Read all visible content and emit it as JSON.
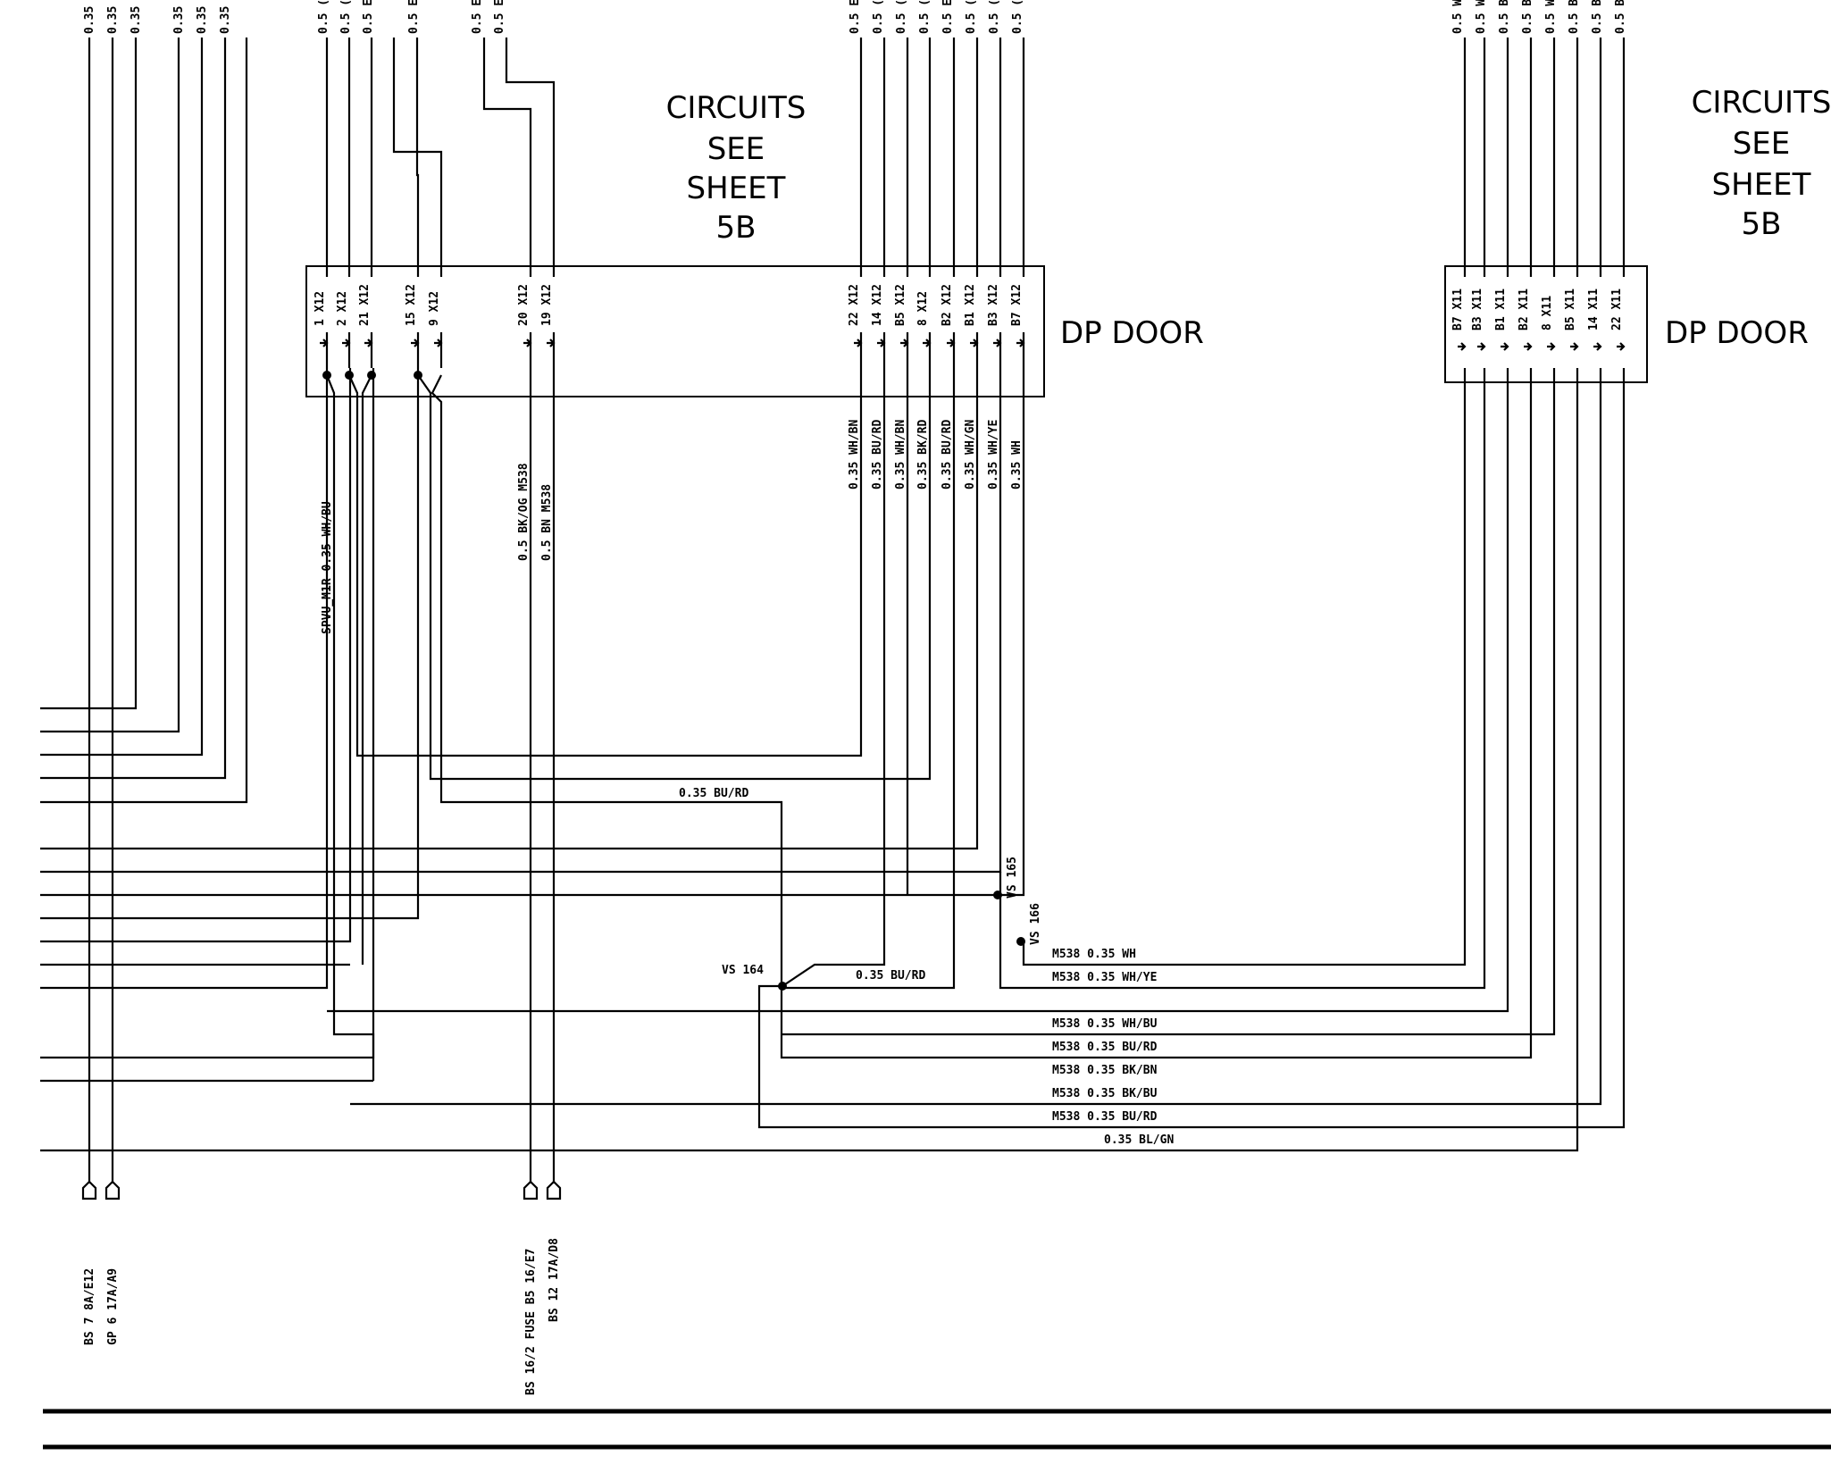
{
  "top_labels": {
    "left_group": [
      "0.35",
      "0.35",
      "0.35",
      "0.35",
      "0.35",
      "0.35"
    ],
    "mid_group": [
      "0.5 (",
      "0.5 (",
      "0.5 E",
      "0.5 E",
      "0.5 E",
      "0.5 E"
    ],
    "right_group": [
      "0.5 E",
      "0.5 (",
      "0.5 (",
      "0.5 (",
      "0.5 E",
      "0.5 (",
      "0.5 (",
      "0.5 ("
    ],
    "far_right_group": [
      "0.5 W",
      "0.5 W",
      "0.5 B",
      "0.5 B",
      "0.5 W",
      "0.5 B",
      "0.5 B",
      "0.5 B"
    ]
  },
  "circuit_notes": [
    {
      "lines": [
        "CIRCUITS",
        "SEE",
        "SHEET",
        "5B"
      ]
    },
    {
      "lines": [
        "CIRCUITS",
        "SEE",
        "SHEET",
        "5B"
      ]
    }
  ],
  "connectors": [
    {
      "name": "DP DOOR",
      "pins": [
        "1 X12",
        "2 X12",
        "21 X12",
        "15 X12",
        "9 X12",
        "20 X12",
        "19 X12",
        "22 X12",
        "14 X12",
        "B5 X12",
        "8 X12",
        "B2 X12",
        "B1 X12",
        "B3 X12",
        "B7 X12"
      ]
    },
    {
      "name": "DP DOOR",
      "pins": [
        "B7 X11",
        "B3 X11",
        "B1 X11",
        "B2 X11",
        "8 X11",
        "B5 X11",
        "14 X11",
        "22 X11"
      ]
    }
  ],
  "wire_labels": {
    "spvu": "SPVU_M1R   0.35 WH/BU",
    "m538_a": "0.5 BK/OG  M538",
    "m538_b": "0.5 BN     M538",
    "vertical_right": [
      "0.35 WH/BN",
      "0.35 BU/RD",
      "0.35 WH/BN",
      "0.35 BK/RD",
      "0.35 BU/RD",
      "0.35 WH/GN",
      "0.35 WH/YE",
      "0.35 WH"
    ],
    "bu_rd_top": "0.35 BU/RD",
    "bu_rd_mid": "0.35 BU/RD",
    "vs165": "VS 165",
    "vs166": "VS 166",
    "vs164": "VS 164",
    "harness": [
      "M538  0.35 WH",
      "M538  0.35 WH/YE",
      "M538  0.35 WH/BU",
      "M538  0.35 BU/RD",
      "M538  0.35 BK/BN",
      "M538  0.35 BK/BU",
      "M538  0.35 BU/RD",
      "0.35 BL/GN"
    ]
  },
  "bottom_refs": {
    "a1": "BS 7  8A/E12",
    "a2": "GP 6  17A/A9",
    "b1": "BS 16/2 FUSE B5 16/E7",
    "b2": "BS 12  17A/D8"
  }
}
